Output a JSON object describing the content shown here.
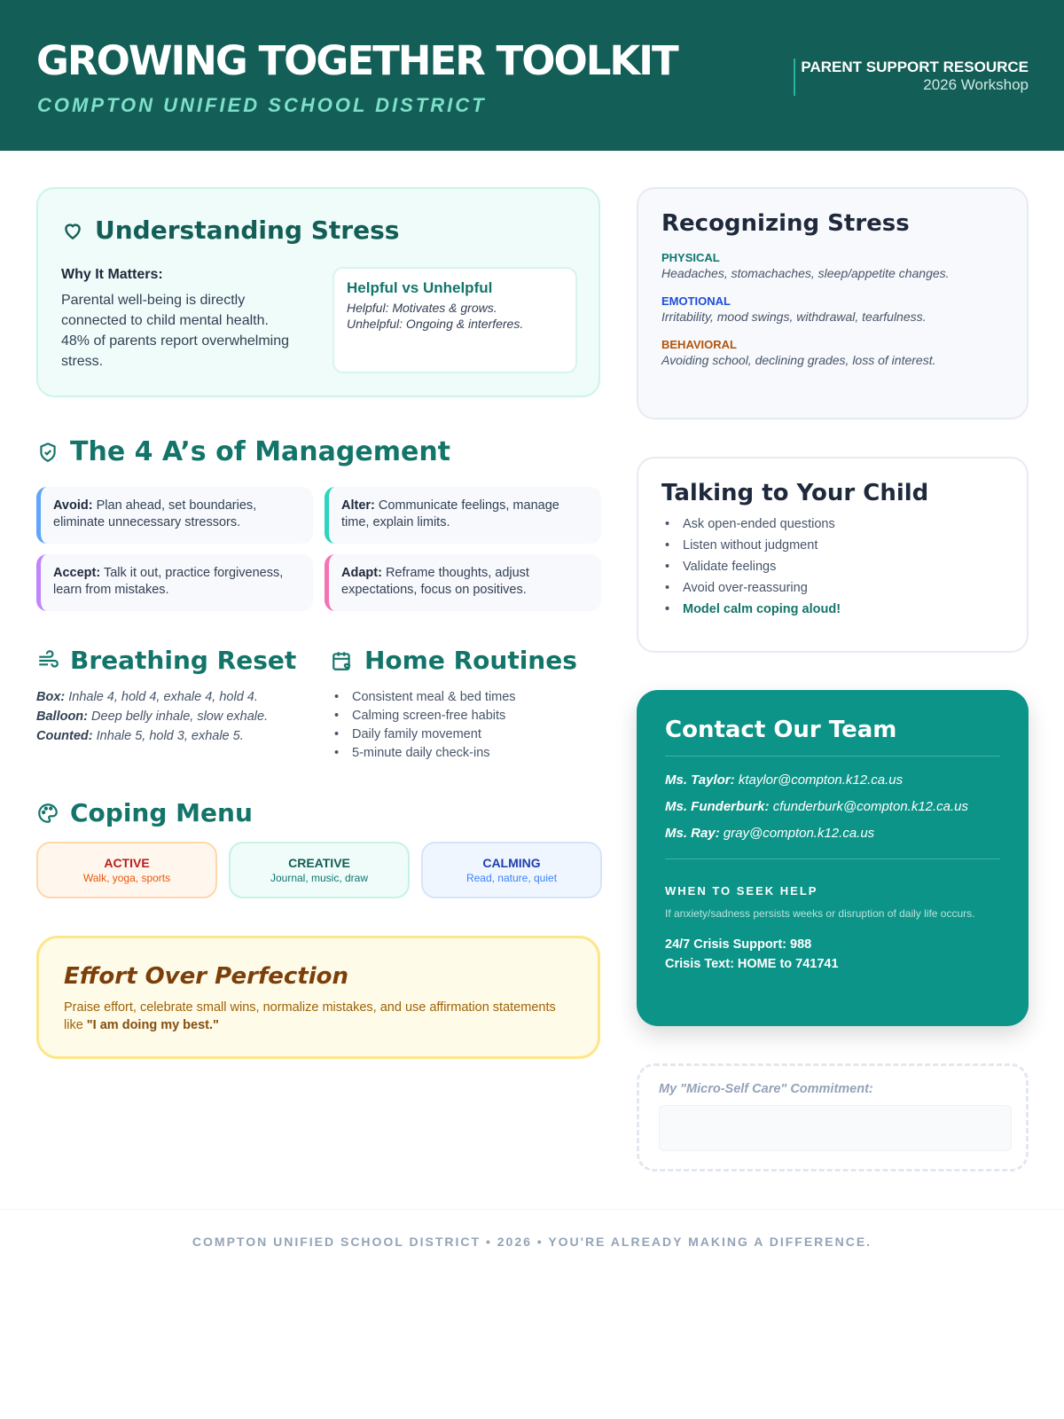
{
  "header": {
    "title": "GROWING TOGETHER TOOLKIT",
    "subtitle": "COMPTON UNIFIED SCHOOL DISTRICT",
    "resource": "PARENT SUPPORT RESOURCE",
    "workshop": "2026 Workshop"
  },
  "understanding": {
    "title": "Understanding Stress",
    "why_label": "Why It Matters:",
    "why_text": "Parental well-being is directly connected to child mental health. 48% of parents report overwhelming stress.",
    "box_title": "Helpful vs Unhelpful",
    "helpful": "Helpful: Motivates & grows.",
    "unhelpful": "Unhelpful: Ongoing & interferes."
  },
  "recognizing": {
    "title": "Recognizing Stress",
    "items": [
      {
        "label": "PHYSICAL",
        "text": "Headaches, stomachaches, sleep/appetite changes.",
        "color": "#0f766e"
      },
      {
        "label": "EMOTIONAL",
        "text": "Irritability, mood swings, withdrawal, tearfulness.",
        "color": "#1d4ed8"
      },
      {
        "label": "BEHAVIORAL",
        "text": "Avoiding school, declining grades, loss of interest.",
        "color": "#b45309"
      }
    ]
  },
  "management": {
    "title": "The 4 A’s of Management",
    "items": [
      {
        "label": "Avoid:",
        "text": "Plan ahead, set boundaries, eliminate unnecessary stressors.",
        "color": "#60a5fa"
      },
      {
        "label": "Alter:",
        "text": "Communicate feelings, manage time, explain limits.",
        "color": "#2dd4bf"
      },
      {
        "label": "Accept:",
        "text": "Talk it out, practice forgiveness, learn from mistakes.",
        "color": "#c084fc"
      },
      {
        "label": "Adapt:",
        "text": "Reframe thoughts, adjust expectations, focus on positives.",
        "color": "#f472b6"
      }
    ]
  },
  "breathing": {
    "title": "Breathing Reset",
    "items": [
      {
        "label": "Box:",
        "text": "Inhale 4, hold 4, exhale 4, hold 4."
      },
      {
        "label": "Balloon:",
        "text": "Deep belly inhale, slow exhale."
      },
      {
        "label": "Counted:",
        "text": "Inhale 5, hold 3, exhale 5."
      }
    ]
  },
  "routines": {
    "title": "Home Routines",
    "items": [
      "Consistent meal & bed times",
      "Calming screen-free habits",
      "Daily family movement",
      "5-minute daily check-ins"
    ]
  },
  "coping": {
    "title": "Coping Menu",
    "items": [
      {
        "label": "ACTIVE",
        "text": "Walk, yoga, sports"
      },
      {
        "label": "CREATIVE",
        "text": "Journal, music, draw"
      },
      {
        "label": "CALMING",
        "text": "Read, nature, quiet"
      }
    ]
  },
  "effort": {
    "title": "Effort Over Perfection",
    "text": "Praise effort, celebrate small wins, normalize mistakes, and use affirmation statements like ",
    "quote": "\"I am doing my best.\""
  },
  "talking": {
    "title": "Talking to Your Child",
    "items": [
      "Ask open-ended questions",
      "Listen without judgment",
      "Validate feelings",
      "Avoid over-reassuring"
    ],
    "highlight": "Model calm coping aloud!"
  },
  "contact": {
    "title": "Contact Our Team",
    "people": [
      {
        "name": "Ms. Taylor:",
        "email": "ktaylor@compton.k12.ca.us"
      },
      {
        "name": "Ms. Funderburk:",
        "email": "cfunderburk@compton.k12.ca.us"
      },
      {
        "name": "Ms. Ray:",
        "email": "gray@compton.k12.ca.us"
      }
    ],
    "seek_title": "WHEN TO SEEK HELP",
    "seek_text": "If anxiety/sadness persists weeks or disruption of daily life occurs.",
    "crisis_support": "24/7 Crisis Support: 988",
    "crisis_text": "Crisis Text: HOME to 741741"
  },
  "commitment": {
    "label": "My \"Micro-Self Care\" Commitment:",
    "value": ""
  },
  "footer": {
    "text": "COMPTON UNIFIED SCHOOL DISTRICT • 2026 • YOU'RE ALREADY MAKING A DIFFERENCE."
  }
}
